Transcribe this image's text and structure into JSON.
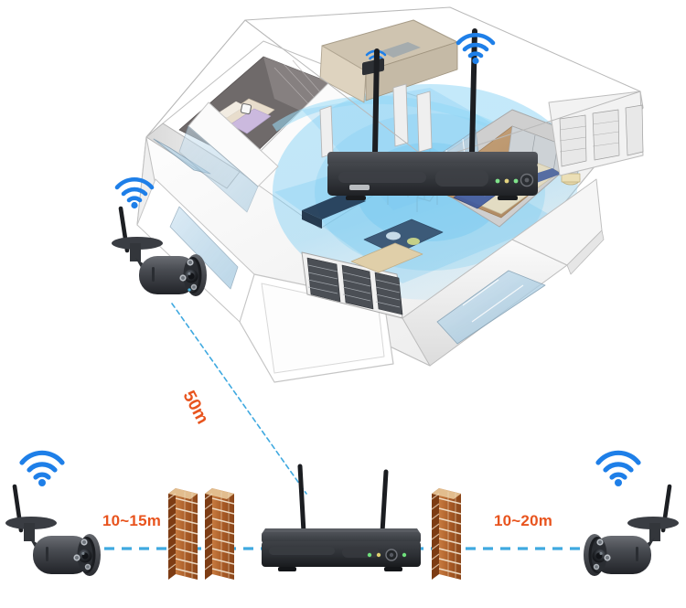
{
  "scene": {
    "title": "Wireless NVR security camera coverage diagram",
    "background_color": "#ffffff"
  },
  "colors": {
    "label_orange": "#E8541E",
    "link_blue": "#3FA9E0",
    "wifi_blue": "#1E7FE8",
    "device_dark": "#3a3d42",
    "device_darker": "#24262a",
    "brick": "#B5622C",
    "house_wall": "#f2f2f2",
    "house_line": "#9a9a9a",
    "signal_overlay": "#63c3ef"
  },
  "labels": [
    {
      "id": "dist-50m",
      "text": "50m",
      "color": "#E8541E",
      "rotated": true
    },
    {
      "id": "dist-10-15m",
      "text": "10~15m",
      "color": "#E8541E",
      "rotated": false
    },
    {
      "id": "dist-10-20m",
      "text": "10~20m",
      "color": "#E8541E",
      "rotated": false
    }
  ],
  "devices": {
    "outdoor_camera_house": {
      "name": "Outdoor bullet camera (wall mounted)",
      "icon": "wifi-icon",
      "facing": "right"
    },
    "nvr_indoor": {
      "name": "Wireless NVR recorder",
      "icon": "wifi-icon",
      "antennas": 2,
      "led_count": 3
    },
    "nvr_bottom": {
      "name": "Wireless NVR recorder",
      "antennas": 2,
      "led_count": 3
    },
    "camera_bottom_left": {
      "name": "Outdoor bullet camera",
      "icon": "wifi-icon",
      "facing": "right"
    },
    "camera_bottom_right": {
      "name": "Outdoor bullet camera",
      "icon": "wifi-icon",
      "facing": "left"
    },
    "indoor_device_small": {
      "name": "Indoor wireless device",
      "icon": "wifi-icon"
    }
  },
  "obstacles": [
    {
      "id": "brick-wall-left-1",
      "name": "Brick wall",
      "columns": 1
    },
    {
      "id": "brick-wall-left-2",
      "name": "Brick wall",
      "columns": 1
    },
    {
      "id": "brick-wall-right-1",
      "name": "Brick wall",
      "columns": 1
    }
  ],
  "links": [
    {
      "id": "link-50m",
      "from": "outdoor_camera_house",
      "to": "nvr_indoor",
      "style": "dashed",
      "color": "#3FA9E0",
      "label": "50m"
    },
    {
      "id": "link-left-bottom",
      "from": "camera_bottom_left",
      "to": "nvr_bottom",
      "style": "dashed",
      "color": "#3FA9E0",
      "label": "10~15m"
    },
    {
      "id": "link-right-bottom",
      "from": "camera_bottom_right",
      "to": "nvr_bottom",
      "style": "dashed",
      "color": "#3FA9E0",
      "label": "10~20m"
    }
  ],
  "house": {
    "name": "Isometric cutaway house floor plan",
    "rooms": [
      "living-room",
      "bedroom-left",
      "bedroom-right",
      "balcony",
      "hallway"
    ]
  }
}
